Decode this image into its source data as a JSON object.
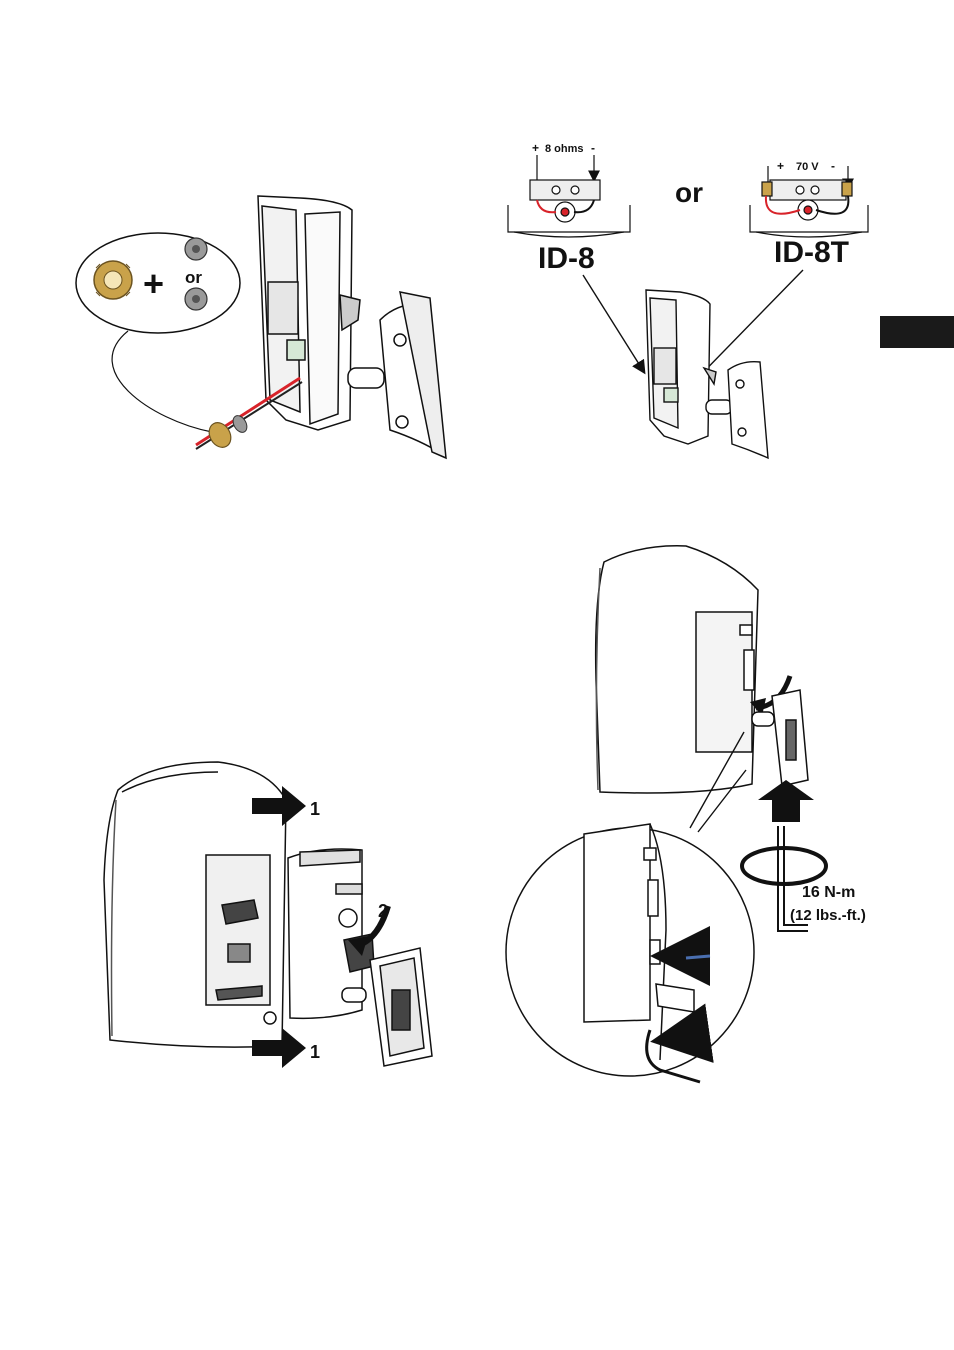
{
  "panel1": {
    "plus": "+",
    "or": "or"
  },
  "panel2": {
    "ohms_label": "8 ohms",
    "plus": "+",
    "minus": "-",
    "or": "or",
    "volt_label": "70 V",
    "model_a": "ID-8",
    "model_b": "ID-8T"
  },
  "panel3": {
    "step1": "1",
    "step2": "2"
  },
  "panel4": {
    "torque_nm": "16 N-m",
    "torque_lbs": "(12 lbs.-ft.)"
  },
  "colors": {
    "wire_red": "#d8232a",
    "nut_gold": "#c9a24a",
    "ink": "#111111",
    "tab": "#1a1a1a"
  }
}
